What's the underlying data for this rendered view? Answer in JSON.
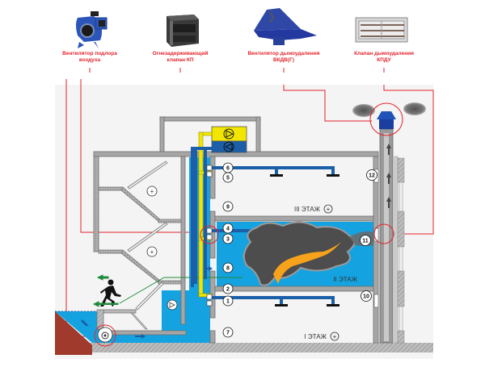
{
  "equipment": [
    {
      "id": "supply-fan",
      "label": "Вентилятор подлора воздуха",
      "icon": "centrifugal-fan-icon"
    },
    {
      "id": "fire-damper",
      "label": "Огнезадерживающий клапан КП",
      "icon": "fire-damper-icon"
    },
    {
      "id": "roof-fan",
      "label": "Вентилятор дымоудаления ВКДВ(Г)",
      "icon": "roof-smoke-exhaust-fan-icon"
    },
    {
      "id": "smoke-valve",
      "label": "Клапан дымоудаления КПДУ",
      "icon": "smoke-exhaust-valve-icon"
    }
  ],
  "floors": [
    {
      "name": "III ЭТАЖ",
      "symbol": "+"
    },
    {
      "name": "II ЭТАЖ",
      "symbol": ""
    },
    {
      "name": "I ЭТАЖ",
      "symbol": "+"
    }
  ],
  "markers": [
    "1",
    "2",
    "3",
    "4",
    "5",
    "6",
    "7",
    "8",
    "9",
    "10",
    "11",
    "12"
  ],
  "stair_pressure_symbols": [
    "+",
    "+"
  ],
  "colors": {
    "label_red": "#e5232b",
    "duct_blue": "#1a5fa8",
    "pressurized_blue": "#14a3e0",
    "supply_yellow": "#f2e600",
    "wall_gray": "#a6a6a6",
    "smoke_gray": "#5c5c5c",
    "fire_orange": "#f6a21a",
    "ground_brown": "#a03a2c"
  }
}
